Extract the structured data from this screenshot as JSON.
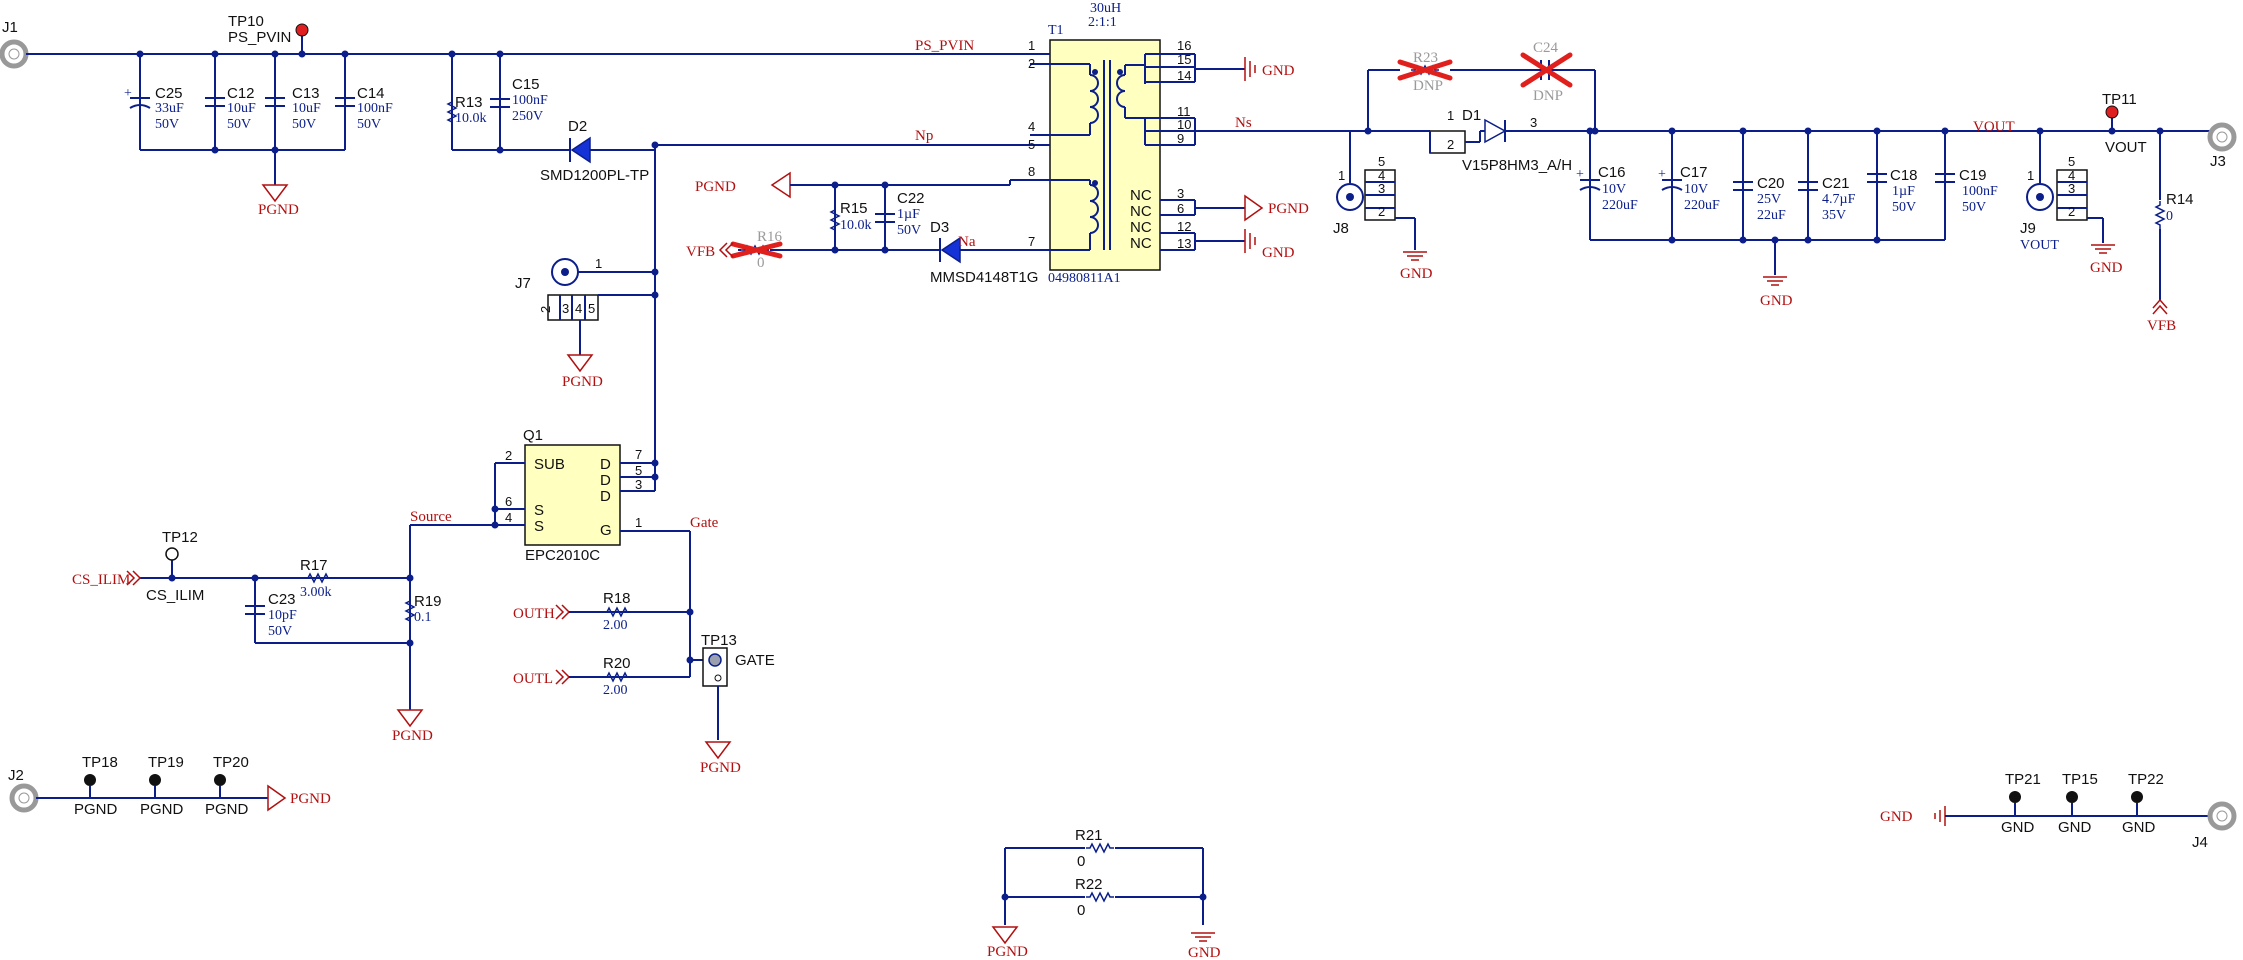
{
  "connectors": {
    "J1": "J1",
    "J2": "J2",
    "J3": "J3",
    "J4": "J4",
    "J7": "J7",
    "J8": "J8",
    "J9": "J9",
    "J9_net": "VOUT"
  },
  "testpoints": {
    "TP10": "TP10",
    "TP10_net": "PS_PVIN",
    "TP11": "TP11",
    "TP11_net": "VOUT",
    "TP12": "TP12",
    "TP12_net": "CS_ILIM",
    "TP13": "TP13",
    "TP13_net": "GATE",
    "TP18": "TP18",
    "TP19": "TP19",
    "TP20": "TP20",
    "TP21": "TP21",
    "TP15": "TP15",
    "TP22": "TP22",
    "pgnd": "PGND",
    "gnd": "GND"
  },
  "nets": {
    "ps_pvin": "PS_PVIN",
    "np": "Np",
    "na": "Na",
    "ns": "Ns",
    "vout": "VOUT",
    "source": "Source",
    "gate": "Gate",
    "pgnd": "PGND",
    "gnd": "GND",
    "vfb": "VFB",
    "cs_ilim": "CS_ILIM",
    "outh": "OUTH",
    "outl": "OUTL"
  },
  "components": {
    "C25": {
      "ref": "C25",
      "v1": "33uF",
      "v2": "50V"
    },
    "C12": {
      "ref": "C12",
      "v1": "10uF",
      "v2": "50V"
    },
    "C13": {
      "ref": "C13",
      "v1": "10uF",
      "v2": "50V"
    },
    "C14": {
      "ref": "C14",
      "v1": "100nF",
      "v2": "50V"
    },
    "R13": {
      "ref": "R13",
      "v1": "10.0k"
    },
    "C15": {
      "ref": "C15",
      "v1": "100nF",
      "v2": "250V"
    },
    "D2": {
      "ref": "D2",
      "part": "SMD1200PL-TP"
    },
    "R15": {
      "ref": "R15",
      "v1": "10.0k"
    },
    "C22": {
      "ref": "C22",
      "v1": "1µF",
      "v2": "50V"
    },
    "D3": {
      "ref": "D3",
      "part": "MMSD4148T1G"
    },
    "R16": {
      "ref": "R16",
      "v1": "0"
    },
    "T1": {
      "ref": "T1",
      "v1": "30uH",
      "v2": "2:1:1",
      "part": "04980811A1"
    },
    "R23": {
      "ref": "R23",
      "v1": "DNP"
    },
    "C24": {
      "ref": "C24",
      "v1": "DNP"
    },
    "D1": {
      "ref": "D1",
      "part": "V15P8HM3_A/H"
    },
    "C16": {
      "ref": "C16",
      "v1": "10V",
      "v2": "220uF"
    },
    "C17": {
      "ref": "C17",
      "v1": "10V",
      "v2": "220uF"
    },
    "C20": {
      "ref": "C20",
      "v1": "25V",
      "v2": "22uF"
    },
    "C21": {
      "ref": "C21",
      "v1": "4.7µF",
      "v2": "35V"
    },
    "C18": {
      "ref": "C18",
      "v1": "1µF",
      "v2": "50V"
    },
    "C19": {
      "ref": "C19",
      "v1": "100nF",
      "v2": "50V"
    },
    "R14": {
      "ref": "R14",
      "v1": "0"
    },
    "Q1": {
      "ref": "Q1",
      "part": "EPC2010C",
      "sub": "SUB",
      "d": "D",
      "s": "S",
      "g": "G"
    },
    "R17": {
      "ref": "R17",
      "v1": "3.00k"
    },
    "C23": {
      "ref": "C23",
      "v1": "10pF",
      "v2": "50V"
    },
    "R19": {
      "ref": "R19",
      "v1": "0.1"
    },
    "R18": {
      "ref": "R18",
      "v1": "2.00"
    },
    "R20": {
      "ref": "R20",
      "v1": "2.00"
    },
    "R21": {
      "ref": "R21",
      "v1": "0"
    },
    "R22": {
      "ref": "R22",
      "v1": "0"
    }
  },
  "pins": {
    "t1": [
      "1",
      "2",
      "4",
      "5",
      "8",
      "7",
      "16",
      "15",
      "14",
      "11",
      "10",
      "9",
      "3",
      "6",
      "12",
      "13"
    ],
    "nc": "NC",
    "q1": [
      "2",
      "6",
      "4",
      "7",
      "5",
      "3",
      "1"
    ],
    "d1": [
      "1",
      "2",
      "3"
    ],
    "j7": [
      "1",
      "2",
      "3",
      "4",
      "5"
    ],
    "j8": [
      "1",
      "5",
      "4",
      "3",
      "2"
    ],
    "j9": [
      "1",
      "5",
      "4",
      "3",
      "2"
    ]
  },
  "colors": {
    "wire": "#0b1e8a",
    "net_label": "#b21010",
    "dnp_mark": "#e0201c",
    "component_fill": "#ffffc0"
  }
}
